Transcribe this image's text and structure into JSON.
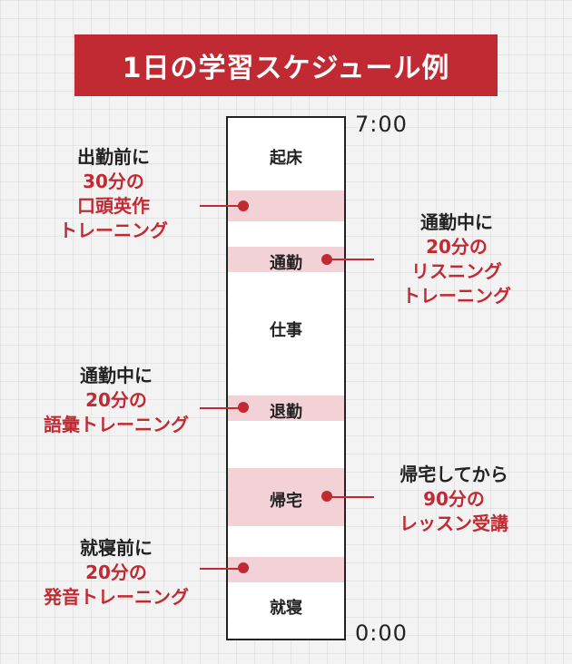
{
  "title": "1日の学習スケジュール例",
  "times": {
    "start": "7:00",
    "end": "0:00"
  },
  "activities": [
    "起床",
    "通勤",
    "仕事",
    "退勤",
    "帰宅",
    "就寝"
  ],
  "annotations": [
    {
      "lead": "出勤前に",
      "lines": [
        "30分の",
        "口頭英作",
        "トレーニング"
      ]
    },
    {
      "lead": "通勤中に",
      "lines": [
        "20分の",
        "リスニング",
        "トレーニング"
      ]
    },
    {
      "lead": "通勤中に",
      "lines": [
        "20分の",
        "語彙トレーニング"
      ]
    },
    {
      "lead": "帰宅してから",
      "lines": [
        "90分の",
        "レッスン受講"
      ]
    },
    {
      "lead": "就寝前に",
      "lines": [
        "20分の",
        "発音トレーニング"
      ]
    }
  ],
  "colors": {
    "accent": "#c22a33",
    "band": "#f3d2d7"
  }
}
